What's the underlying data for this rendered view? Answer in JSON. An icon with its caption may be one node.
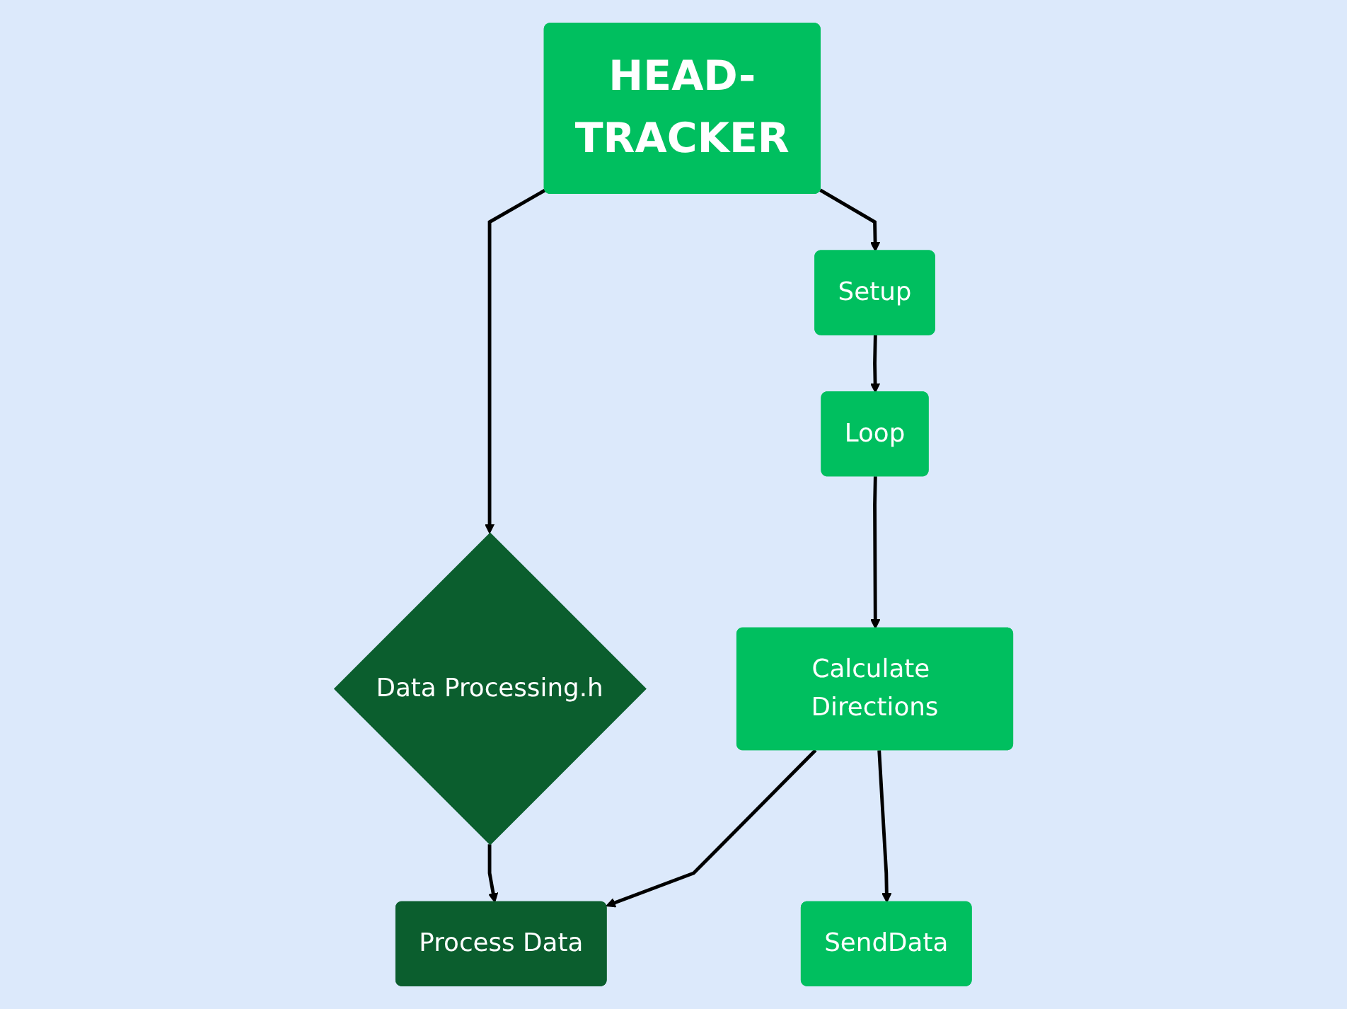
{
  "diagram": {
    "nodes": [
      {
        "text": [
          "HEAD-TRACKER"
        ]
      },
      {
        "text": [
          "Setup"
        ]
      },
      {
        "text": [
          "Data Processing.h"
        ]
      },
      {
        "text": [
          "Loop"
        ]
      },
      {
        "text": [
          "Calculate Directions"
        ]
      },
      {
        "text": [
          "Process Data"
        ]
      },
      {
        "text": [
          "SendData"
        ]
      }
    ],
    "edges": [
      {
        "from": 0,
        "to": 1,
        "arrow": "to"
      },
      {
        "from": 0,
        "to": 2,
        "arrow": "to"
      },
      {
        "from": 1,
        "to": 3,
        "arrow": "to"
      },
      {
        "from": 3,
        "to": 4,
        "arrow": "to"
      },
      {
        "from": 2,
        "to": 5,
        "arrow": "to"
      },
      {
        "from": 4,
        "to": 5,
        "arrow": "to"
      },
      {
        "from": 4,
        "to": 6,
        "arrow": "to"
      }
    ]
  }
}
